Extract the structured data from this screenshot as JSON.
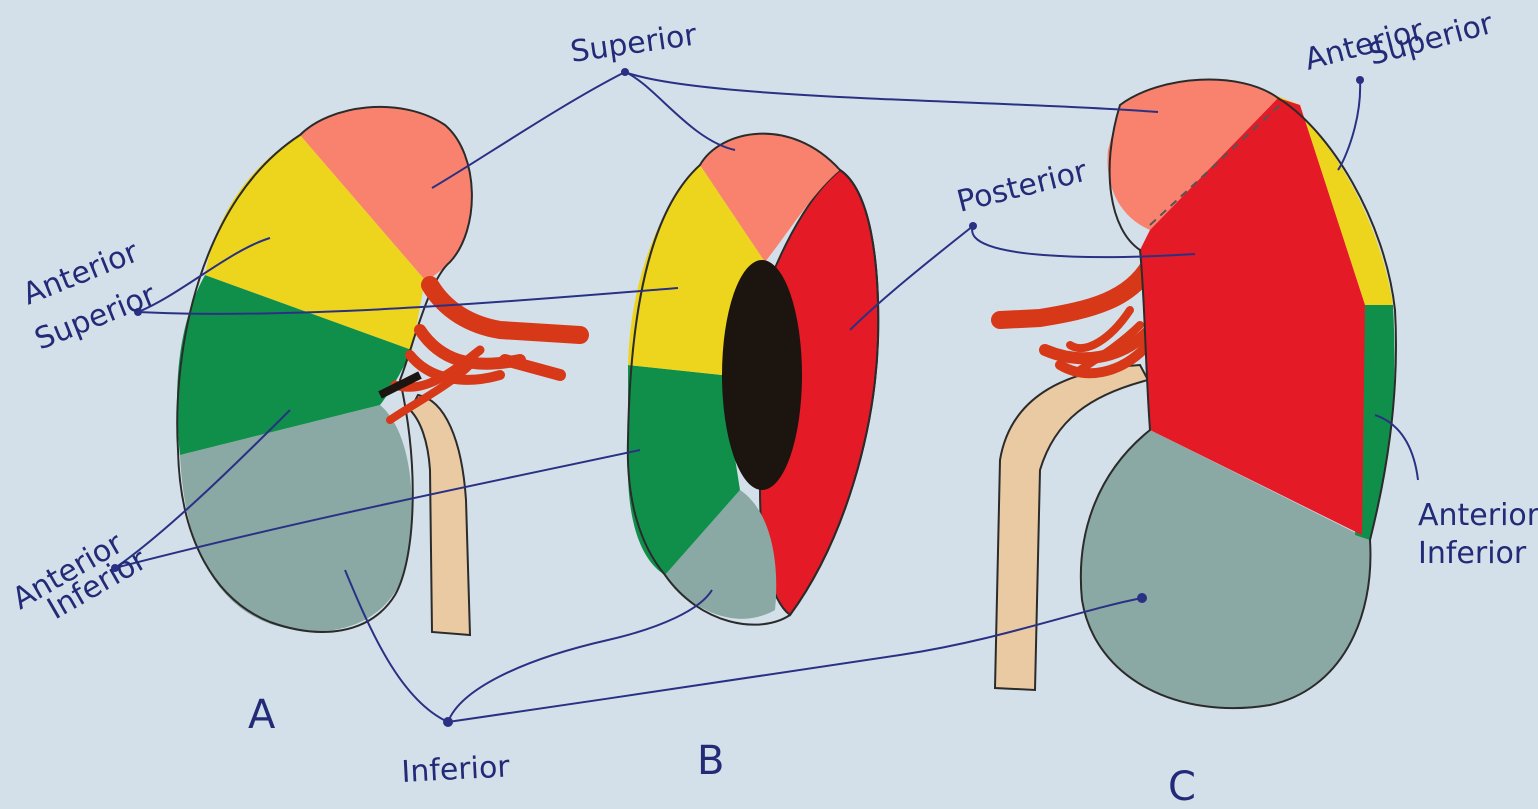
{
  "labels": {
    "superior": "Superior",
    "anterior_superior_left_1": "Anterior",
    "anterior_superior_left_2": "Superior",
    "anterior_inferior_left_1": "Anterior",
    "anterior_inferior_left_2": "Inferior",
    "posterior": "Posterior",
    "anterior_superior_right_1": "Anterior",
    "anterior_superior_right_2": "Superior",
    "anterior_inferior_right_1": "Anterior",
    "anterior_inferior_right_2": "Inferior",
    "inferior": "Inferior"
  },
  "view_letters": {
    "a": "A",
    "b": "B",
    "c": "C"
  },
  "segment_colors": {
    "superior": "#f8826e",
    "anterior_superior": "#eed51d",
    "anterior_inferior": "#108f4b",
    "inferior": "#8aa8a4",
    "posterior": "#e41b26",
    "hilum": "#1c140f",
    "ureter": "#e9caa2",
    "vessels": "#d63818"
  }
}
